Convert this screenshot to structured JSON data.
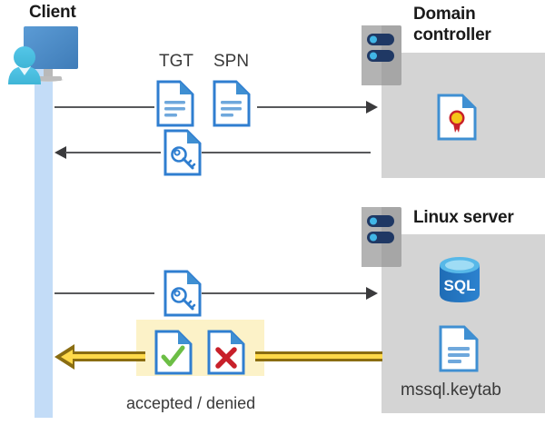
{
  "diagram": {
    "title_client": "Client",
    "labels": {
      "tgt": "TGT",
      "spn": "SPN",
      "domain_controller": "Domain\ncontroller",
      "domain_controller_line1": "Domain",
      "domain_controller_line2": "controller",
      "linux_server": "Linux server",
      "keytab_file": "mssql.keytab",
      "result": "accepted / denied"
    },
    "icons": {
      "client": "client-workstation-icon",
      "tgt_doc": "document-icon",
      "spn_doc": "document-icon",
      "ticket_key_doc": "document-key-icon",
      "service_ticket_doc": "document-key-icon",
      "certificate_doc": "document-certificate-icon",
      "sql_db": "sql-database-icon",
      "keytab_doc": "document-icon",
      "accepted_doc": "document-check-icon",
      "denied_doc": "document-x-icon",
      "server_dc": "server-rack-icon",
      "server_linux": "server-rack-icon"
    },
    "sql_text": "SQL",
    "colors": {
      "panel_gray": "#d4d4d4",
      "lifeline_blue": "#c3dcf7",
      "connector_gray": "#58595b",
      "result_arrow_gold": "#ffd94a",
      "result_arrow_outline": "#8a6d12",
      "highlight_yellow": "#fcf2c8",
      "doc_blue": "#2f7ed0",
      "check_green": "#6cbe45",
      "cross_red": "#c8202a",
      "seal_gold": "#f5c518",
      "sql_blue": "#1f6cb5"
    }
  }
}
